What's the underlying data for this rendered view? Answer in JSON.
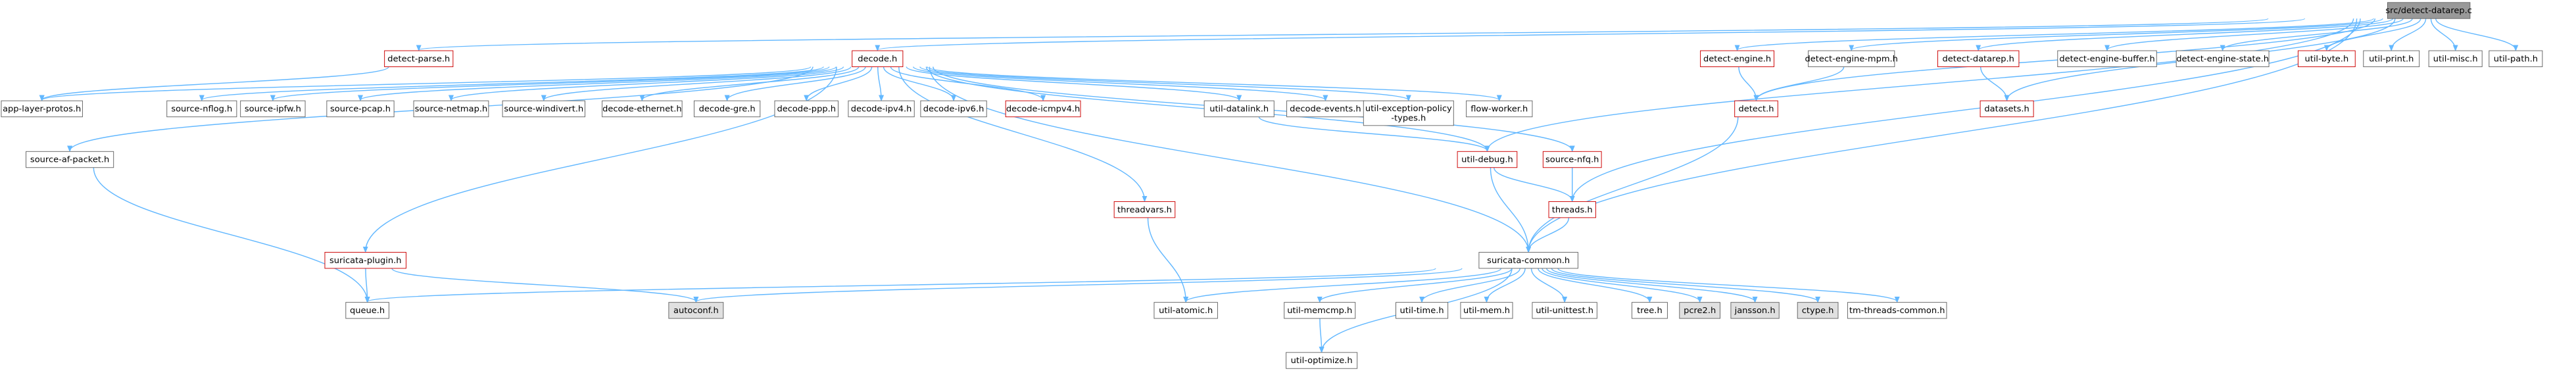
{
  "colors": {
    "edge": "#63b8ff",
    "border_normal": "#666666",
    "border_red": "#cc0000",
    "fill_root": "#999999",
    "fill_gray": "#e0e0e0",
    "fill_white": "#ffffff"
  },
  "nodes": [
    {
      "id": "root",
      "lines": [
        "src/detect-datarep.c"
      ],
      "style": "root"
    },
    {
      "id": "detect_parse",
      "lines": [
        "detect-parse.h"
      ],
      "style": "red"
    },
    {
      "id": "decode",
      "lines": [
        "decode.h"
      ],
      "style": "red"
    },
    {
      "id": "detect_engine",
      "lines": [
        "detect-engine.h"
      ],
      "style": "red"
    },
    {
      "id": "detect_engine_mpm",
      "lines": [
        "detect-engine-mpm.h"
      ],
      "style": "normal"
    },
    {
      "id": "detect_datarep_h",
      "lines": [
        "detect-datarep.h"
      ],
      "style": "red"
    },
    {
      "id": "detect_engine_buffer",
      "lines": [
        "detect-engine-buffer.h"
      ],
      "style": "normal"
    },
    {
      "id": "detect_engine_state",
      "lines": [
        "detect-engine-state.h"
      ],
      "style": "normal"
    },
    {
      "id": "util_byte",
      "lines": [
        "util-byte.h"
      ],
      "style": "red"
    },
    {
      "id": "util_print",
      "lines": [
        "util-print.h"
      ],
      "style": "normal"
    },
    {
      "id": "util_misc",
      "lines": [
        "util-misc.h"
      ],
      "style": "normal"
    },
    {
      "id": "util_path",
      "lines": [
        "util-path.h"
      ],
      "style": "normal"
    },
    {
      "id": "app_layer_protos",
      "lines": [
        "app-layer-protos.h"
      ],
      "style": "normal"
    },
    {
      "id": "source_nflog",
      "lines": [
        "source-nflog.h"
      ],
      "style": "normal"
    },
    {
      "id": "source_ipfw",
      "lines": [
        "source-ipfw.h"
      ],
      "style": "normal"
    },
    {
      "id": "source_pcap",
      "lines": [
        "source-pcap.h"
      ],
      "style": "normal"
    },
    {
      "id": "source_netmap",
      "lines": [
        "source-netmap.h"
      ],
      "style": "normal"
    },
    {
      "id": "source_windivert",
      "lines": [
        "source-windivert.h"
      ],
      "style": "normal"
    },
    {
      "id": "decode_ethernet",
      "lines": [
        "decode-ethernet.h"
      ],
      "style": "normal"
    },
    {
      "id": "decode_gre",
      "lines": [
        "decode-gre.h"
      ],
      "style": "normal"
    },
    {
      "id": "decode_ppp",
      "lines": [
        "decode-ppp.h"
      ],
      "style": "normal"
    },
    {
      "id": "decode_ipv4",
      "lines": [
        "decode-ipv4.h"
      ],
      "style": "normal"
    },
    {
      "id": "decode_ipv6",
      "lines": [
        "decode-ipv6.h"
      ],
      "style": "normal"
    },
    {
      "id": "decode_icmpv4",
      "lines": [
        "decode-icmpv4.h"
      ],
      "style": "red"
    },
    {
      "id": "util_datalink",
      "lines": [
        "util-datalink.h"
      ],
      "style": "normal"
    },
    {
      "id": "decode_events",
      "lines": [
        "decode-events.h"
      ],
      "style": "normal"
    },
    {
      "id": "util_exception_policy_types",
      "lines": [
        "util-exception-policy",
        "-types.h"
      ],
      "style": "normal"
    },
    {
      "id": "flow_worker",
      "lines": [
        "flow-worker.h"
      ],
      "style": "normal"
    },
    {
      "id": "detect_h",
      "lines": [
        "detect.h"
      ],
      "style": "red"
    },
    {
      "id": "datasets",
      "lines": [
        "datasets.h"
      ],
      "style": "red"
    },
    {
      "id": "source_af_packet",
      "lines": [
        "source-af-packet.h"
      ],
      "style": "normal"
    },
    {
      "id": "util_debug",
      "lines": [
        "util-debug.h"
      ],
      "style": "red"
    },
    {
      "id": "source_nfq",
      "lines": [
        "source-nfq.h"
      ],
      "style": "red"
    },
    {
      "id": "threadvars",
      "lines": [
        "threadvars.h"
      ],
      "style": "red"
    },
    {
      "id": "threads",
      "lines": [
        "threads.h"
      ],
      "style": "red"
    },
    {
      "id": "suricata_plugin",
      "lines": [
        "suricata-plugin.h"
      ],
      "style": "red"
    },
    {
      "id": "suricata_common",
      "lines": [
        "suricata-common.h"
      ],
      "style": "normal"
    },
    {
      "id": "queue",
      "lines": [
        "queue.h"
      ],
      "style": "normal"
    },
    {
      "id": "autoconf",
      "lines": [
        "autoconf.h"
      ],
      "style": "gray"
    },
    {
      "id": "util_atomic",
      "lines": [
        "util-atomic.h"
      ],
      "style": "normal"
    },
    {
      "id": "util_memcmp",
      "lines": [
        "util-memcmp.h"
      ],
      "style": "normal"
    },
    {
      "id": "util_time",
      "lines": [
        "util-time.h"
      ],
      "style": "normal"
    },
    {
      "id": "util_mem",
      "lines": [
        "util-mem.h"
      ],
      "style": "normal"
    },
    {
      "id": "util_unittest",
      "lines": [
        "util-unittest.h"
      ],
      "style": "normal"
    },
    {
      "id": "tree",
      "lines": [
        "tree.h"
      ],
      "style": "normal"
    },
    {
      "id": "pcre2",
      "lines": [
        "pcre2.h"
      ],
      "style": "gray"
    },
    {
      "id": "jansson",
      "lines": [
        "jansson.h"
      ],
      "style": "gray"
    },
    {
      "id": "ctype",
      "lines": [
        "ctype.h"
      ],
      "style": "gray"
    },
    {
      "id": "tm_threads_common",
      "lines": [
        "tm-threads-common.h"
      ],
      "style": "normal"
    },
    {
      "id": "util_optimize",
      "lines": [
        "util-optimize.h"
      ],
      "style": "normal"
    }
  ],
  "edges": [
    [
      "root",
      "detect_parse"
    ],
    [
      "root",
      "decode"
    ],
    [
      "root",
      "detect_engine"
    ],
    [
      "root",
      "detect_engine_mpm"
    ],
    [
      "root",
      "detect_datarep_h"
    ],
    [
      "root",
      "detect_engine_buffer"
    ],
    [
      "root",
      "detect_engine_state"
    ],
    [
      "root",
      "util_byte"
    ],
    [
      "root",
      "util_print"
    ],
    [
      "root",
      "util_misc"
    ],
    [
      "root",
      "util_path"
    ],
    [
      "root",
      "detect_h"
    ],
    [
      "root",
      "datasets"
    ],
    [
      "root",
      "util_debug"
    ],
    [
      "root",
      "threads"
    ],
    [
      "root",
      "suricata_common"
    ],
    [
      "detect_parse",
      "app_layer_protos"
    ],
    [
      "decode",
      "app_layer_protos"
    ],
    [
      "decode",
      "source_nflog"
    ],
    [
      "decode",
      "source_ipfw"
    ],
    [
      "decode",
      "source_pcap"
    ],
    [
      "decode",
      "source_netmap"
    ],
    [
      "decode",
      "source_windivert"
    ],
    [
      "decode",
      "decode_ethernet"
    ],
    [
      "decode",
      "decode_gre"
    ],
    [
      "decode",
      "decode_ppp"
    ],
    [
      "decode",
      "decode_ipv4"
    ],
    [
      "decode",
      "decode_ipv6"
    ],
    [
      "decode",
      "decode_icmpv4"
    ],
    [
      "decode",
      "util_datalink"
    ],
    [
      "decode",
      "decode_events"
    ],
    [
      "decode",
      "util_exception_policy_types"
    ],
    [
      "decode",
      "flow_worker"
    ],
    [
      "decode",
      "source_af_packet"
    ],
    [
      "decode",
      "util_debug"
    ],
    [
      "decode",
      "source_nfq"
    ],
    [
      "decode",
      "threadvars"
    ],
    [
      "decode",
      "suricata_plugin"
    ],
    [
      "decode",
      "suricata_common"
    ],
    [
      "detect_engine",
      "detect_h"
    ],
    [
      "detect_engine_mpm",
      "detect_h"
    ],
    [
      "detect_datarep_h",
      "datasets"
    ],
    [
      "util_datalink",
      "util_debug"
    ],
    [
      "detect_h",
      "suricata_common"
    ],
    [
      "source_af_packet",
      "queue"
    ],
    [
      "util_debug",
      "threads"
    ],
    [
      "util_debug",
      "suricata_common"
    ],
    [
      "source_nfq",
      "threads"
    ],
    [
      "threads",
      "suricata_common"
    ],
    [
      "threadvars",
      "util_atomic"
    ],
    [
      "suricata_plugin",
      "queue"
    ],
    [
      "suricata_plugin",
      "autoconf"
    ],
    [
      "suricata_common",
      "queue"
    ],
    [
      "suricata_common",
      "autoconf"
    ],
    [
      "suricata_common",
      "util_atomic"
    ],
    [
      "suricata_common",
      "util_memcmp"
    ],
    [
      "suricata_common",
      "util_time"
    ],
    [
      "suricata_common",
      "util_mem"
    ],
    [
      "suricata_common",
      "util_unittest"
    ],
    [
      "suricata_common",
      "tree"
    ],
    [
      "suricata_common",
      "pcre2"
    ],
    [
      "suricata_common",
      "jansson"
    ],
    [
      "suricata_common",
      "ctype"
    ],
    [
      "suricata_common",
      "tm_threads_common"
    ],
    [
      "suricata_common",
      "util_optimize"
    ],
    [
      "util_memcmp",
      "util_optimize"
    ]
  ]
}
